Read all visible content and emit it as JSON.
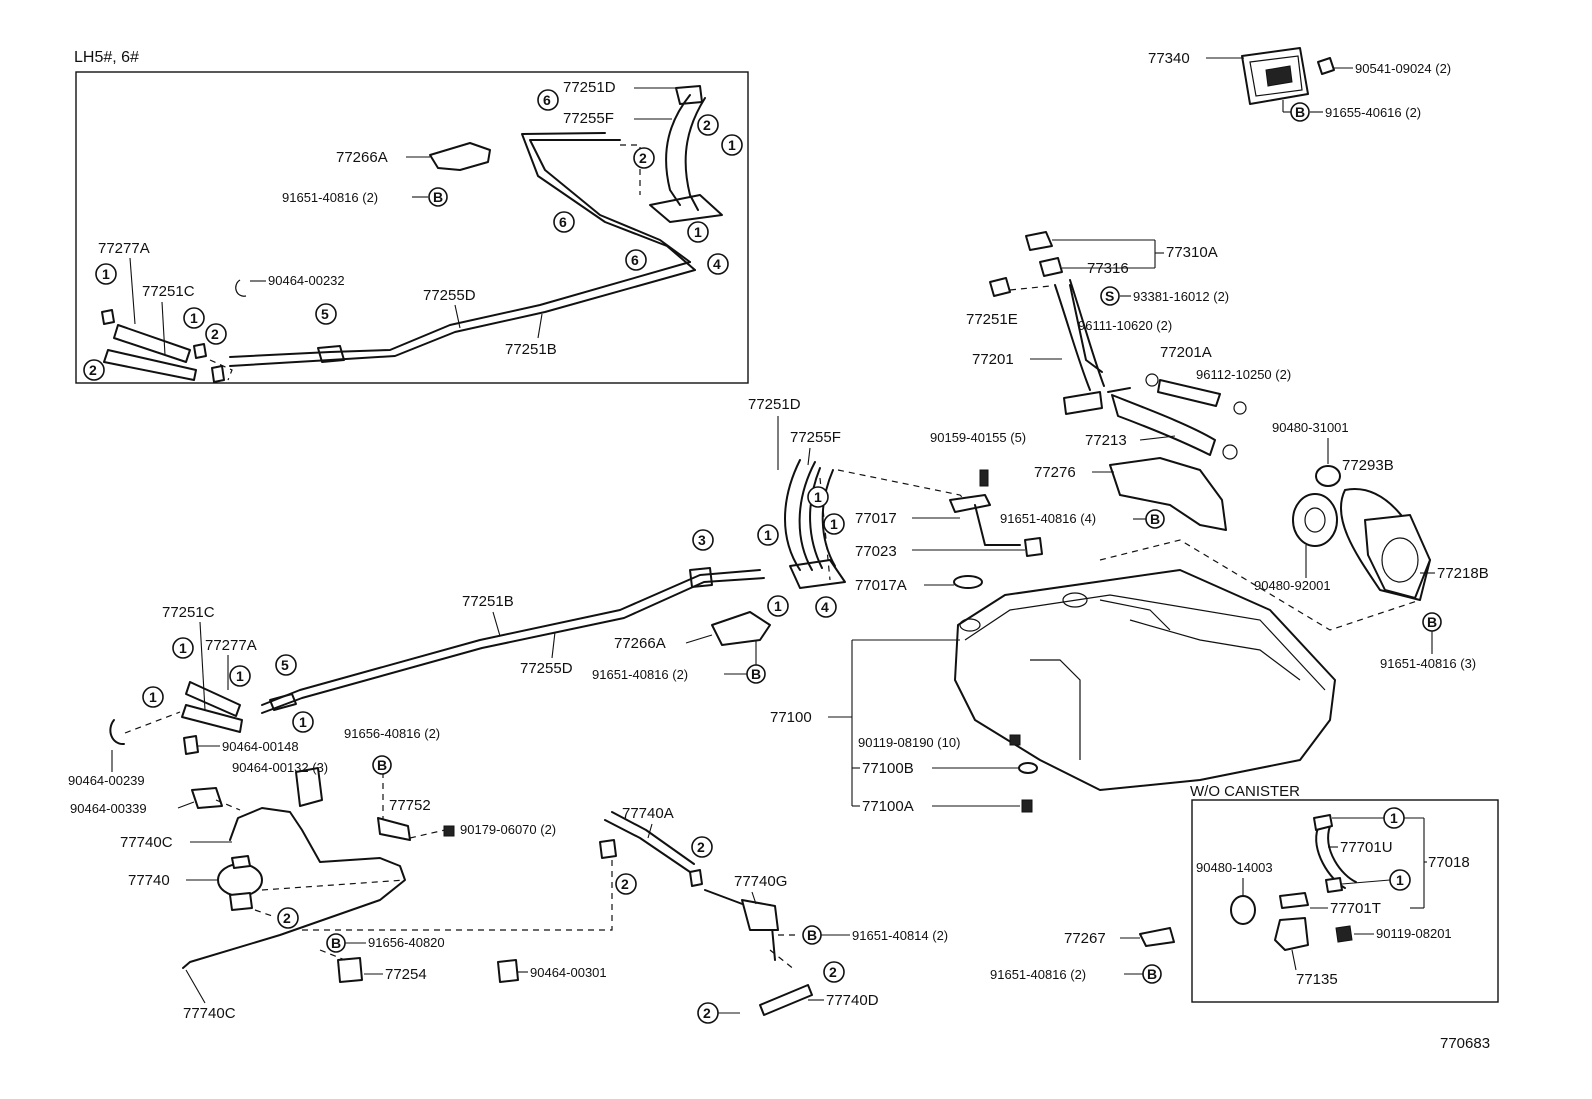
{
  "inset_title": "LH5#, 6#",
  "wo_canister_title": "W/O CANISTER",
  "diagram_id": "770683",
  "labels": {
    "p77340": "77340",
    "p90541": "90541-09024 (2)",
    "p91655": "91655-40616 (2)",
    "i77251D": "77251D",
    "i77255F": "77255F",
    "i77266A": "77266A",
    "i91651_40816_2": "91651-40816 (2)",
    "i77277A": "77277A",
    "i77251C": "77251C",
    "i90464_00232": "90464-00232",
    "i77255D": "77255D",
    "i77251B": "77251B",
    "p77310A": "77310A",
    "p77316": "77316",
    "p93381": "93381-16012 (2)",
    "p77251E": "77251E",
    "p96111": "96111-10620 (2)",
    "p77201": "77201",
    "p77201A": "77201A",
    "p96112": "96112-10250 (2)",
    "p77213": "77213",
    "p77276": "77276",
    "p91651_40816_4": "91651-40816 (4)",
    "p90480_31001": "90480-31001",
    "p77293B": "77293B",
    "p77218B": "77218B",
    "p90480_92001": "90480-92001",
    "p91651_40816_3": "91651-40816 (3)",
    "m77251D": "77251D",
    "m77255F": "77255F",
    "p90159": "90159-40155 (5)",
    "p77017": "77017",
    "p77023": "77023",
    "p77017A": "77017A",
    "m77251B": "77251B",
    "m77255D": "77255D",
    "m77266A": "77266A",
    "m91651_40816_2": "91651-40816 (2)",
    "m77251C": "77251C",
    "m77277A": "77277A",
    "p90464_00148": "90464-00148",
    "p90464_00132": "90464-00132 (3)",
    "p91656_40816": "91656-40816 (2)",
    "p90464_00239": "90464-00239",
    "p90464_00339": "90464-00339",
    "p77752": "77752",
    "p90179": "90179-06070 (2)",
    "p77740C_top": "77740C",
    "p77740": "77740",
    "p91656_40820": "91656-40820",
    "p77254": "77254",
    "p77740C_bot": "77740C",
    "p90464_00301": "90464-00301",
    "p77740A": "77740A",
    "p77740G": "77740G",
    "p91651_40814": "91651-40814 (2)",
    "p77740D": "77740D",
    "p77100": "77100",
    "p90119_08190": "90119-08190 (10)",
    "p77100B": "77100B",
    "p77100A": "77100A",
    "p77267": "77267",
    "p91651_40816_2b": "91651-40816 (2)",
    "p90480_14003": "90480-14003",
    "p77701U": "77701U",
    "p77018": "77018",
    "p77701T": "77701T",
    "p90119_08201": "90119-08201",
    "p77135": "77135"
  },
  "markers": {
    "one": "1",
    "two": "2",
    "three": "3",
    "four": "4",
    "five": "5",
    "six": "6",
    "bolt": "B",
    "screw": "S"
  }
}
